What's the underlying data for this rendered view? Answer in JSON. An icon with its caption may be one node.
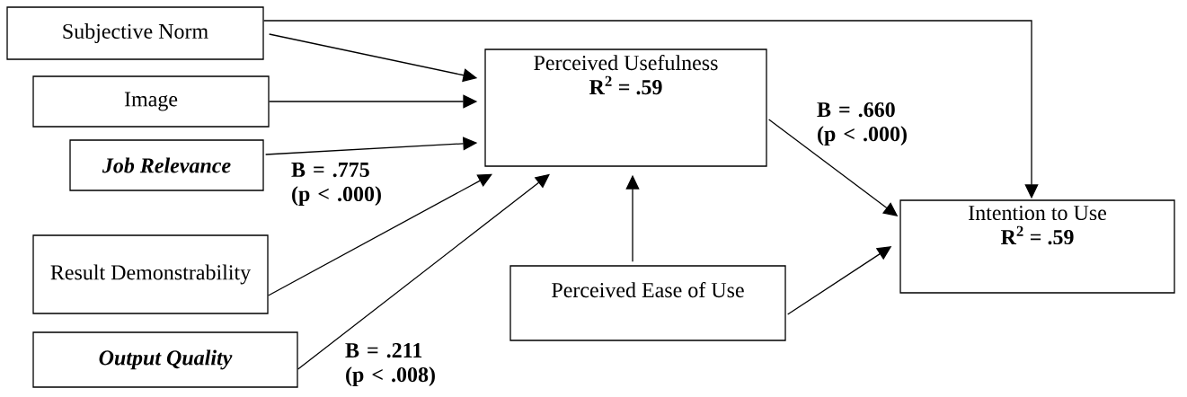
{
  "diagram": {
    "nodes": [
      {
        "text": [
          "Subjective Norm"
        ]
      },
      {
        "text": [
          "Image"
        ]
      },
      {
        "text": [
          "Job Relevance"
        ]
      },
      {
        "text": [
          "Result Demonstrability"
        ]
      },
      {
        "text": [
          "Output Quality"
        ]
      },
      {
        "text": [
          "Perceived Usefulness",
          "R$^{2}$ = .59"
        ]
      },
      {
        "text": [
          "Perceived Ease of Use"
        ]
      },
      {
        "text": [
          "Intention to Use",
          "R$^{2}$ = .59"
        ]
      }
    ],
    "edges": [
      {
        "from": 0,
        "to": 5,
        "arrow": "to"
      },
      {
        "from": 0,
        "to": 7,
        "arrow": "to"
      },
      {
        "from": 1,
        "to": 5,
        "arrow": "to"
      },
      {
        "from": 2,
        "to": 5,
        "arrow": "to",
        "label": "B = .775 (p < .000)"
      },
      {
        "from": 3,
        "to": 5,
        "arrow": "to"
      },
      {
        "from": 4,
        "to": 5,
        "arrow": "to",
        "label": "B = .211 (p < .008)"
      },
      {
        "from": 6,
        "to": 5,
        "arrow": "to"
      },
      {
        "from": 5,
        "to": 7,
        "arrow": "to",
        "label": "B = .660 (p < .000)"
      },
      {
        "from": 6,
        "to": 7,
        "arrow": "to"
      }
    ]
  }
}
